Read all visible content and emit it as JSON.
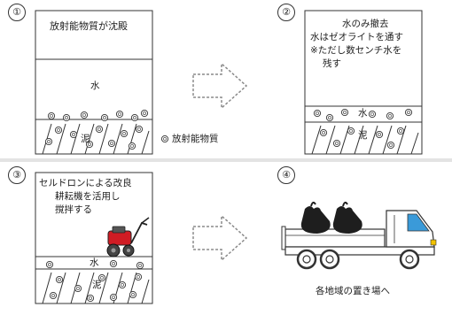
{
  "steps": [
    {
      "number": "①",
      "label": "放射能物質が沈殿",
      "water": "水",
      "mud": "泥"
    },
    {
      "number": "②",
      "label_lines": [
        "水のみ撤去",
        "水はゼオライトを通す",
        "※ただし数センチ水を",
        "残す"
      ],
      "water": "水",
      "mud": "泥"
    },
    {
      "number": "③",
      "label_lines": [
        "セルドロンによる改良",
        "耕耘機を活用し",
        "撹拌する"
      ],
      "water": "水",
      "mud": "泥"
    },
    {
      "number": "④",
      "caption": "各地域の置き場へ"
    }
  ],
  "legend": {
    "label": "放射能物質"
  },
  "colors": {
    "line": "#333333",
    "arrow": "#8a8a8a",
    "tiller_red": "#d01c24",
    "bag": "#1e1e1e",
    "truck_blue": "#3a9ad9"
  }
}
